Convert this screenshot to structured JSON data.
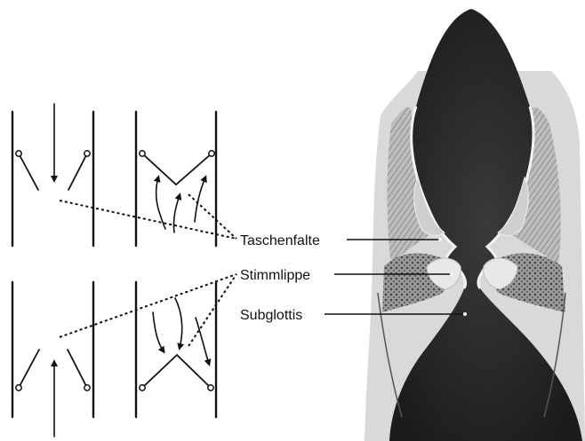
{
  "labels": {
    "taschenfalte": "Taschenfalte",
    "stimmlippe": "Stimmlippe",
    "subglottis": "Subglottis"
  },
  "colors": {
    "line": "#111111",
    "tissue_dark": "#2a2a2a",
    "tissue_mid": "#8a8a8a",
    "tissue_light": "#e6e6e6",
    "background": "#ffffff"
  }
}
